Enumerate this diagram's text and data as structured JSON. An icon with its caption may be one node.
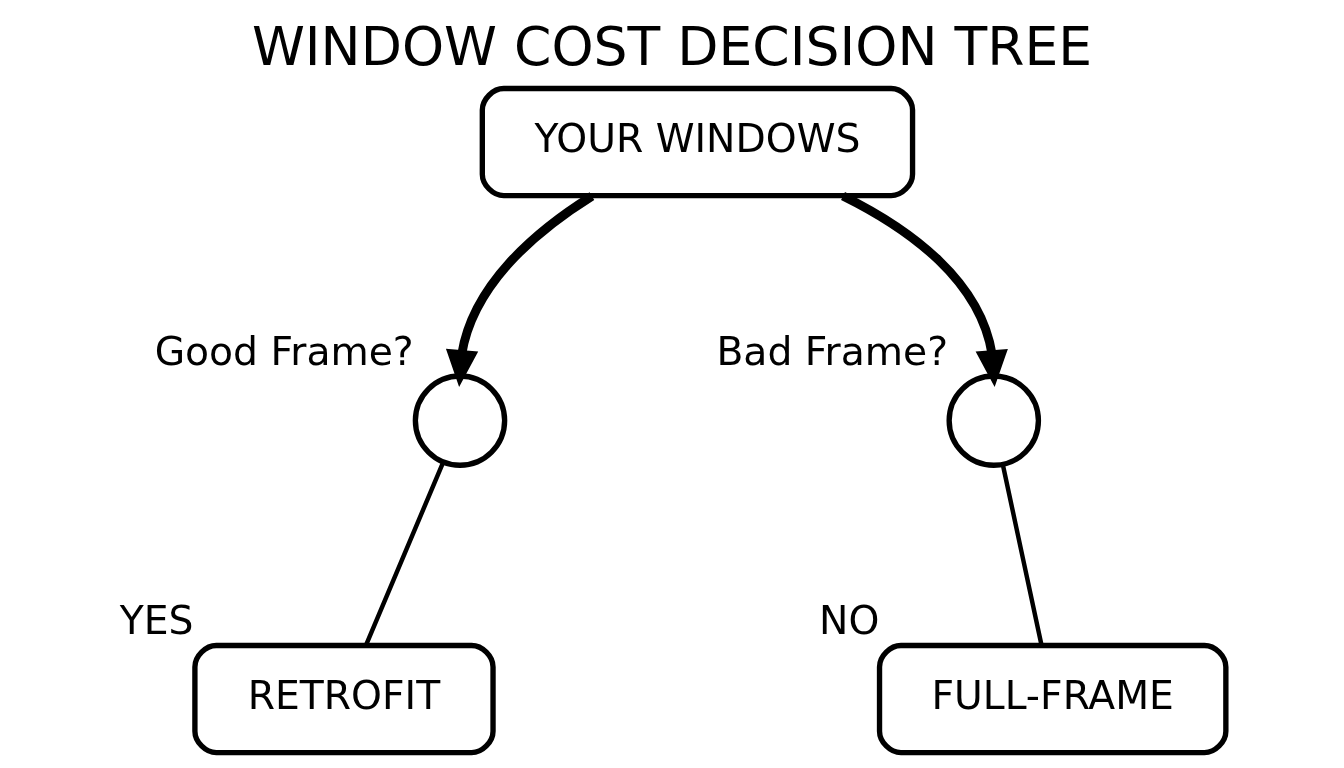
{
  "diagram": {
    "title": "WINDOW COST DECISION TREE",
    "nodes": [
      {
        "text": [
          "YOUR WINDOWS"
        ]
      },
      {
        "text": [],
        "shape": "circle",
        "beside": [
          "Good Frame?"
        ]
      },
      {
        "text": [],
        "shape": "circle",
        "beside": [
          "Bad Frame?"
        ]
      },
      {
        "text": [
          "RETROFIT"
        ],
        "beside": [
          "YES"
        ]
      },
      {
        "text": [
          "FULL-FRAME"
        ],
        "beside": [
          "NO"
        ]
      }
    ],
    "edges": [
      {
        "from": 0,
        "to": 1,
        "arrow": "to",
        "style": "thick"
      },
      {
        "from": 0,
        "to": 2,
        "arrow": "to",
        "style": "thick"
      },
      {
        "from": 1,
        "to": 3,
        "arrow": "none"
      },
      {
        "from": 2,
        "to": 4,
        "arrow": "none"
      }
    ]
  }
}
